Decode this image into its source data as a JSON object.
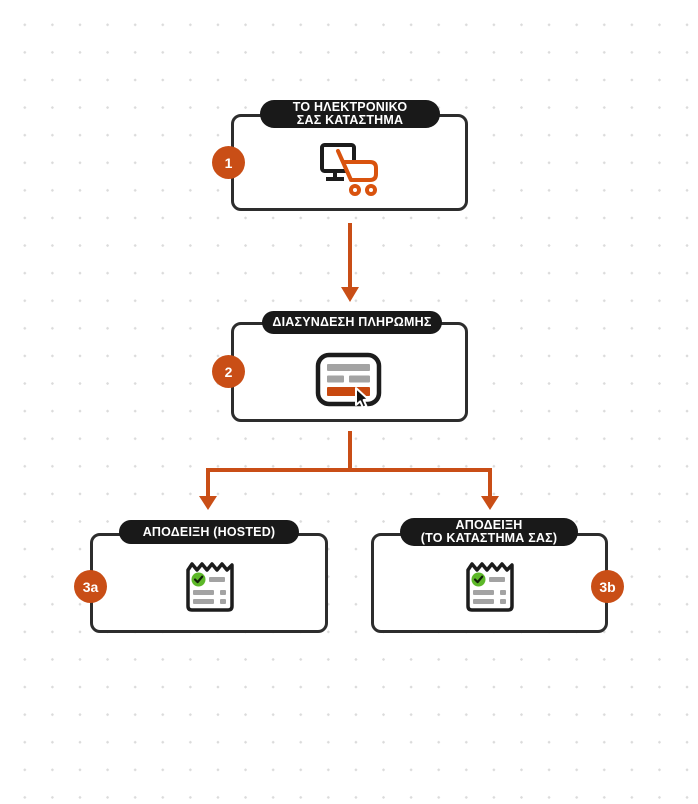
{
  "page": {
    "background_color": "#ffffff",
    "dot_grid_color": "#dbdbdb"
  },
  "diagram": {
    "colors": {
      "accent_orange": "#c94e16",
      "cart_orange": "#d9530e",
      "pill_black": "#191919",
      "box_border": "#2d2d2d",
      "bar_gray": "#a3a3a3",
      "success_green": "#5cb728"
    },
    "nodes": [
      {
        "step": "1",
        "title_line1": "ΤΟ ΗΛΕΚΤΡΟΝΙΚΟ",
        "title_line2": "ΣΑΣ ΚΑΤΑΣΤΗΜΑ",
        "icon": "monitor-shopping-cart-icon"
      },
      {
        "step": "2",
        "title_line1": "ΔΙΑΣΥΝΔΕΣΗ ΠΛΗΡΩΜΗΣ",
        "title_line2": "",
        "icon": "payment-form-cursor-icon"
      },
      {
        "step": "3a",
        "title_line1": "ΑΠΟΔΕΙΞΗ (HOSTED)",
        "title_line2": "",
        "icon": "receipt-check-icon"
      },
      {
        "step": "3b",
        "title_line1": "ΑΠΟΔΕΙΞΗ",
        "title_line2": "(ΤΟ ΚΑΤΑΣΤΗΜΑ ΣΑΣ)",
        "icon": "receipt-check-icon"
      }
    ],
    "connections": [
      {
        "from": "1",
        "to": "2"
      },
      {
        "from": "2",
        "to": "3a"
      },
      {
        "from": "2",
        "to": "3b"
      }
    ]
  }
}
